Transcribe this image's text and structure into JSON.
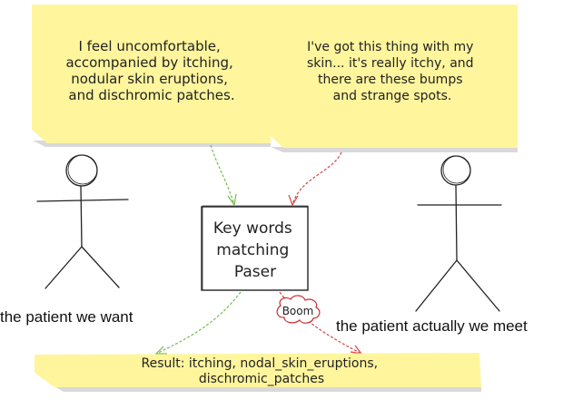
{
  "notes": {
    "left_note_lines": [
      "I feel uncomfortable,",
      "accompanied by itching,",
      "nodular skin eruptions,",
      "and dischromic patches."
    ],
    "right_note_lines": [
      "I've got this thing with my",
      "skin... it's really itchy, and",
      "there are these bumps",
      "and strange spots."
    ],
    "result_lines": [
      "Result: itching, nodal_skin_eruptions,",
      "dischromic_patches"
    ]
  },
  "parser": {
    "lines": [
      "Key words",
      "matching",
      "Paser"
    ]
  },
  "labels": {
    "patient_want": "the patient we want",
    "patient_meet": "the patient actually we meet",
    "boom": "Boom"
  },
  "colors": {
    "note_fill": "#fff59d",
    "note_shadow": "#d9d9d9",
    "green_arrow": "#6fbf4a",
    "red_arrow": "#d64545",
    "boom": "#cc2b2b",
    "ink": "#222222"
  }
}
